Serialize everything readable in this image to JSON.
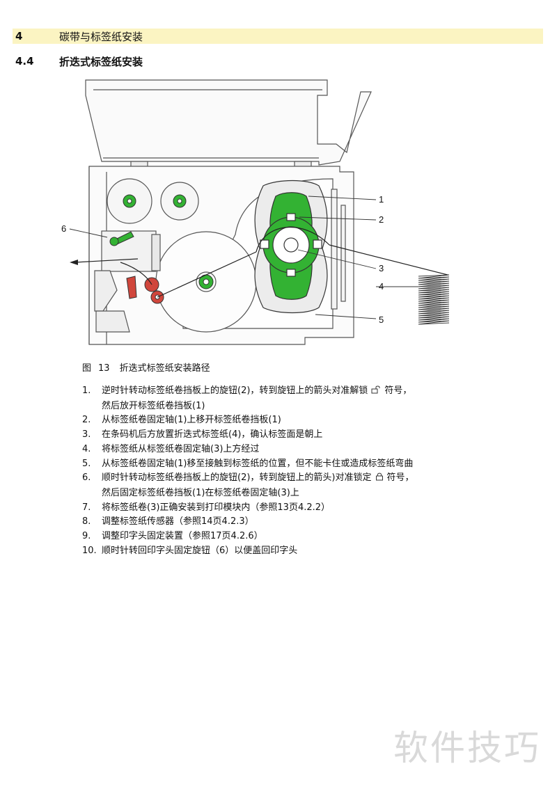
{
  "chapter": {
    "number": "4",
    "title": "碳带与标签纸安装"
  },
  "section": {
    "number": "4.4",
    "title": "折迭式标签纸安装"
  },
  "figure": {
    "callouts": [
      "1",
      "2",
      "3",
      "4",
      "5",
      "6"
    ],
    "caption_label": "图",
    "caption_number": "13",
    "caption_text": "折迭式标签纸安装路径",
    "accent_color": "#33b233"
  },
  "steps": [
    {
      "num": "1.",
      "lines": [
        "逆时针转动标签纸卷挡板上的旋钮(2)，转到旋钮上的箭头对准解锁",
        "然后放开标签纸卷挡板(1)"
      ],
      "icon": "unlock-icon",
      "after_icon": "符号，"
    },
    {
      "num": "2.",
      "lines": [
        "从标签纸卷固定轴(1)上移开标签纸卷挡板(1)"
      ]
    },
    {
      "num": "3.",
      "lines": [
        "在条码机后方放置折迭式标签纸(4)，确认标签面是朝上"
      ]
    },
    {
      "num": "4.",
      "lines": [
        "将标签纸从标签纸卷固定轴(3)上方经过"
      ]
    },
    {
      "num": "5.",
      "lines": [
        "从标签纸卷固定轴(1)移至接触到标签纸的位置，但不能卡住或造成标签纸弯曲"
      ]
    },
    {
      "num": "6.",
      "lines": [
        "顺时针转动标签纸卷挡板上的旋钮(2)，转到旋钮上的箭头)对准锁定",
        "然后固定标签纸卷挡板(1)在标签纸卷固定轴(3)上"
      ],
      "icon": "lock-icon",
      "after_icon": "符号，"
    },
    {
      "num": "7.",
      "lines": [
        "将标签纸卷(3)正确安装到打印模块内（参照13页4.2.2）"
      ]
    },
    {
      "num": "8.",
      "lines": [
        "调整标签纸传感器（参照14页4.2.3）"
      ]
    },
    {
      "num": "9.",
      "lines": [
        "调整印字头固定装置（参照17页4.2.6）"
      ]
    },
    {
      "num": "10.",
      "lines": [
        "顺时针转回印字头固定旋钮（6）以便盖回印字头"
      ]
    }
  ],
  "watermark": "软件技巧"
}
